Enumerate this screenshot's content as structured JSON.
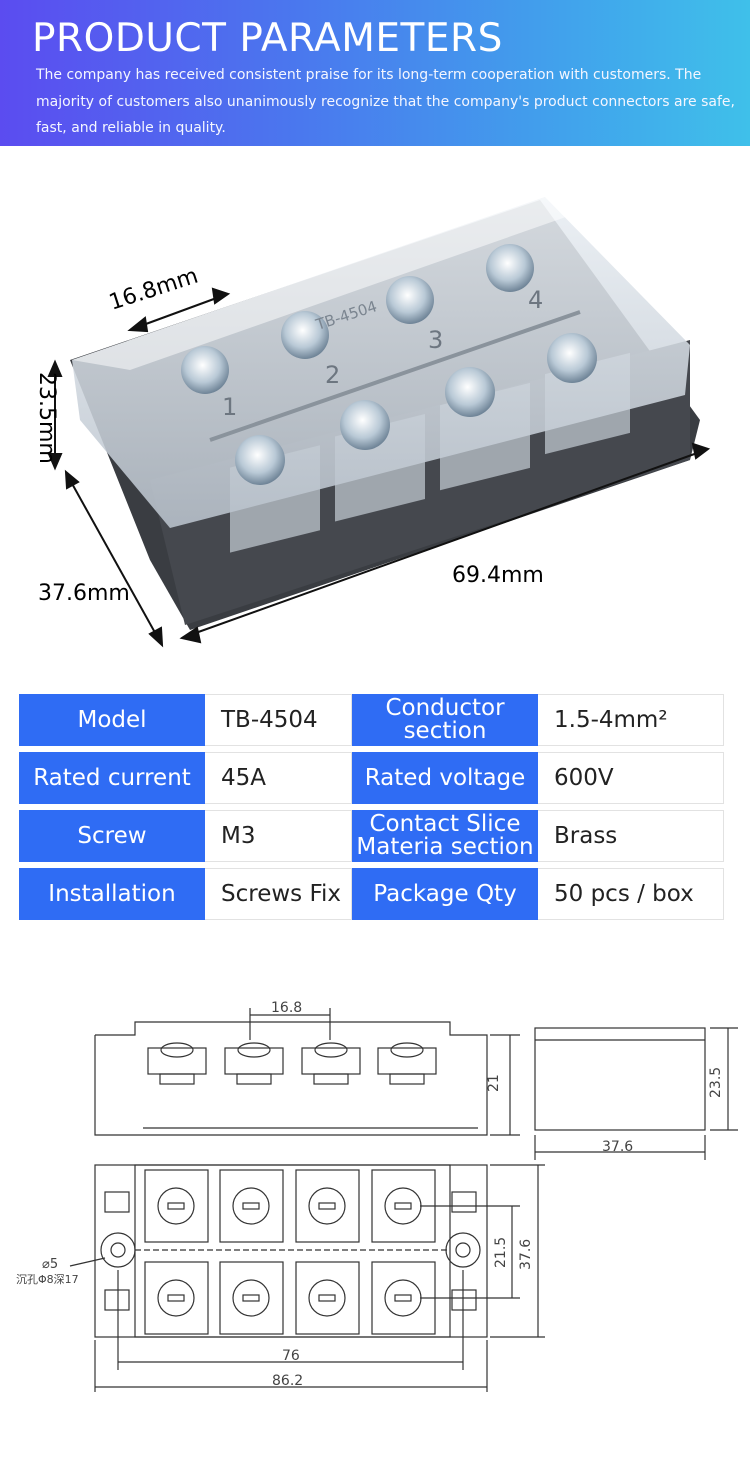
{
  "header": {
    "title": "PRODUCT PARAMETERS",
    "description": "The company has received consistent praise for its long-term cooperation with customers. The majority of customers also unanimously recognize that the company's product connectors are safe, fast, and reliable in quality."
  },
  "photo": {
    "dim_pitch": "16.8mm",
    "dim_height": "23.5mm",
    "dim_width": "37.6mm",
    "dim_length": "69.4mm",
    "model_mark": "TB-4504",
    "terminals": [
      "1",
      "2",
      "3",
      "4"
    ]
  },
  "specs": [
    {
      "label": "Model",
      "value": "TB-4504",
      "label2_lines": [
        "Conductor",
        "section"
      ],
      "value2": "1.5-4mm²"
    },
    {
      "label": "Rated current",
      "value": "45A",
      "label2_lines": [
        "Rated voltage"
      ],
      "value2": "600V"
    },
    {
      "label": "Screw",
      "value": "M3",
      "label2_lines": [
        "Contact Slice",
        "Materia section"
      ],
      "value2": "Brass"
    },
    {
      "label": "Installation",
      "value": "Screws Fix",
      "label2_lines": [
        "Package Qty"
      ],
      "value2": "50 pcs / box"
    }
  ],
  "drawing": {
    "pitch": "16.8",
    "front_height": "21",
    "side_height": "23.5",
    "side_width": "37.6",
    "hole_pitch": "21.5",
    "top_width": "37.6",
    "hole_dia": "⌀5",
    "hole_note": "沉孔Φ8深17",
    "mount_length": "76",
    "total_length": "86.2"
  },
  "colors": {
    "accent": "#2f6cf4",
    "header_start": "#5b4cf0",
    "header_end": "#3fc0ea"
  }
}
